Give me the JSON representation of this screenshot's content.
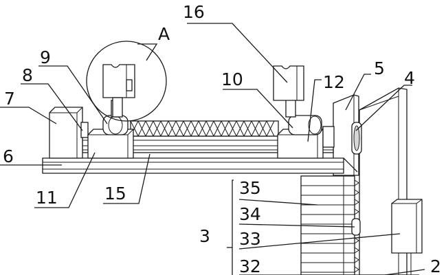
{
  "labels": {
    "l16": "16",
    "lA": "A",
    "l9": "9",
    "l8": "8",
    "l7": "7",
    "l10": "10",
    "l12": "12",
    "l5": "5",
    "l4": "4",
    "l6": "6",
    "l11": "11",
    "l15": "15",
    "l35": "35",
    "l34": "34",
    "l3": "3",
    "l33": "33",
    "l32": "32",
    "l2": "2"
  }
}
